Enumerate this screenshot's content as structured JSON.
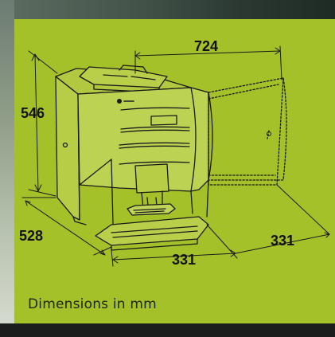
{
  "dimensions": {
    "width_open": "724",
    "height": "546",
    "depth": "528",
    "width": "331",
    "door_width": "331"
  },
  "caption": "Dimensions in mm",
  "colors": {
    "panel": "#a4c12a",
    "line": "#1a1a1a",
    "machine_fill": "#c8d46a"
  }
}
